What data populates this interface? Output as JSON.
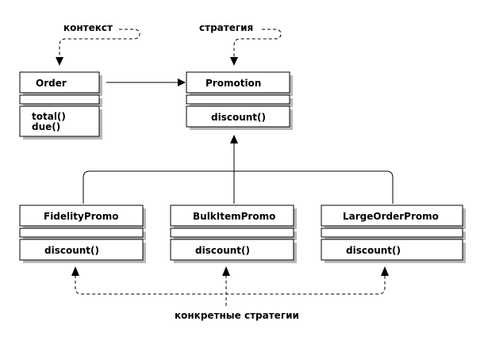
{
  "annotations": {
    "context": "контекст",
    "strategy": "стратегия",
    "concrete_strategies": "конкретные стратегии"
  },
  "classes": {
    "order": {
      "name": "Order",
      "methods": [
        "total()",
        "due()"
      ]
    },
    "promotion": {
      "name": "Promotion",
      "methods": [
        "discount()"
      ]
    },
    "fidelity": {
      "name": "FidelityPromo",
      "methods": [
        "discount()"
      ]
    },
    "bulkitem": {
      "name": "BulkItemPromo",
      "methods": [
        "discount()"
      ]
    },
    "largeorder": {
      "name": "LargeOrderPromo",
      "methods": [
        "discount()"
      ]
    }
  },
  "colors": {
    "line": "#000000",
    "box": "#ffffff",
    "shadow": "#b8b8b8"
  }
}
